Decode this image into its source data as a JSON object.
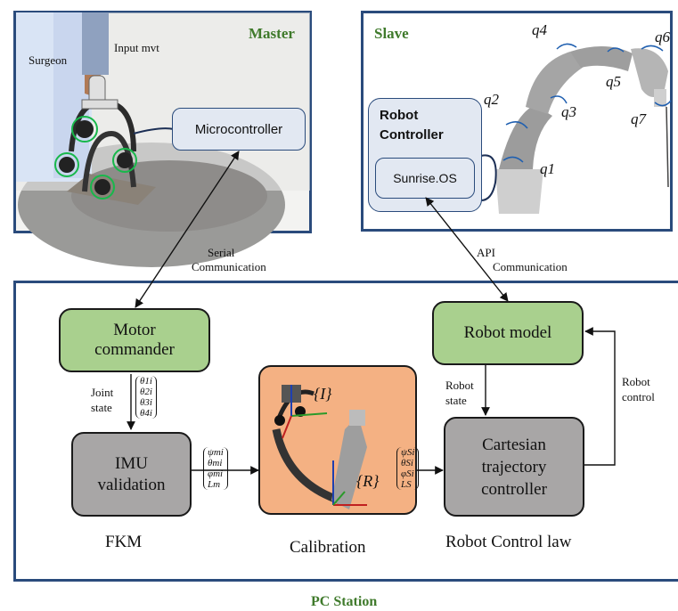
{
  "master": {
    "title": "Master",
    "surgeon_label": "Surgeon",
    "input_label": "Input mvt",
    "microcontroller": "Microcontroller"
  },
  "slave": {
    "title": "Slave",
    "robot_controller": "Robot Controller",
    "sunrise": "Sunrise.OS",
    "joints": [
      "q1",
      "q2",
      "q3",
      "q4",
      "q5",
      "q6",
      "q7"
    ]
  },
  "links": {
    "serial_line1": "Serial",
    "serial_line2": "Communication",
    "api_line1": "API",
    "api_line2": "Communication"
  },
  "pc": {
    "title": "PC Station",
    "motor_commander": "Motor commander",
    "imu_validation": "IMU validation",
    "robot_model": "Robot model",
    "cartesian_controller": "Cartesian trajectory controller",
    "joint_state_line1": "Joint",
    "joint_state_line2": "state",
    "robot_state_line1": "Robot",
    "robot_state_line2": "state",
    "robot_control_line1": "Robot",
    "robot_control_line2": "control",
    "fkm": "FKM",
    "calibration": "Calibration",
    "control_law": "Robot Control law",
    "frame_I": "{I}",
    "frame_R": "{R}",
    "theta_vec": [
      "θ1i",
      "θ2i",
      "θ3i",
      "θ4i"
    ],
    "master_vec": [
      "ψmi",
      "θmi",
      "φmi",
      "Lm"
    ],
    "slave_vec": [
      "ψSi",
      "θSi",
      "φSi",
      "LS"
    ]
  },
  "colors": {
    "panel_border": "#2a4b7c",
    "green_box": "#a9d08e",
    "grey_box": "#a8a6a6",
    "calibration_bg": "#f4b183",
    "label_green": "#3f7a2b"
  }
}
